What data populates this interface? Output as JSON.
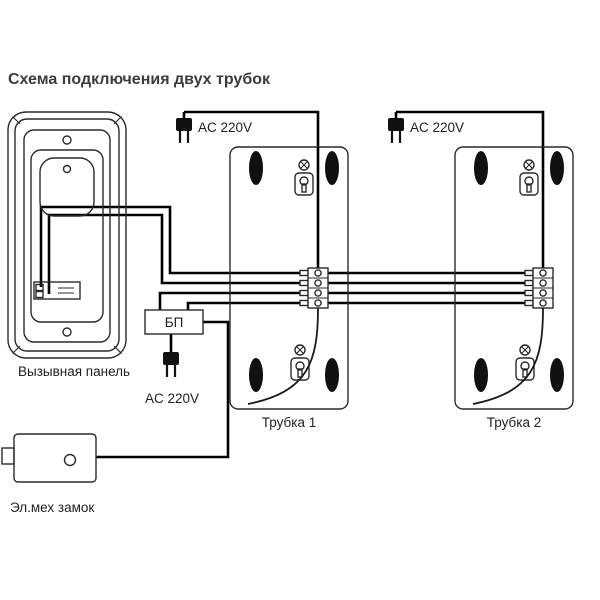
{
  "title": "Схема подключения двух трубок",
  "diagram": {
    "call_panel": {
      "label": "Вызывная панель"
    },
    "handset_1": {
      "label": "Трубка 1",
      "power": "AC 220V"
    },
    "handset_2": {
      "label": "Трубка 2",
      "power": "AC 220V"
    },
    "power_supply": {
      "label": "БП",
      "power": "AC 220V"
    },
    "lock": {
      "label": "Эл.мех замок"
    },
    "wires": {
      "bus_count": 4
    }
  },
  "colors": {
    "line": "#2a2a2a",
    "wire": "#000000",
    "title_text": "#3c3c3c",
    "label_text": "#1f1f1f",
    "background": "#ffffff"
  },
  "icons": {
    "plug": "power-plug-icon",
    "mount": "keyhole-mount-icon",
    "screw": "screw-cross-icon",
    "terminal": "terminal-block-icon"
  }
}
